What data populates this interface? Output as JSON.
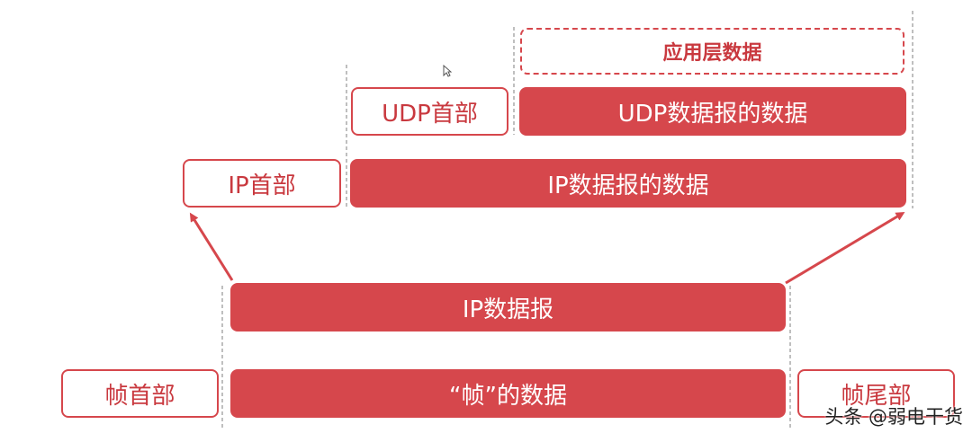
{
  "diagram": {
    "app_layer_data": "应用层数据",
    "udp_header": "UDP首部",
    "udp_data": "UDP数据报的数据",
    "ip_header": "IP首部",
    "ip_data": "IP数据报的数据",
    "ip_datagram": "IP数据报",
    "frame_header": "帧首部",
    "frame_data": "“帧”的数据",
    "frame_trailer": "帧尾部"
  },
  "watermark": "头条 @弱电干货",
  "colors": {
    "accent": "#d6474c",
    "text_on_accent": "#ffffff"
  }
}
